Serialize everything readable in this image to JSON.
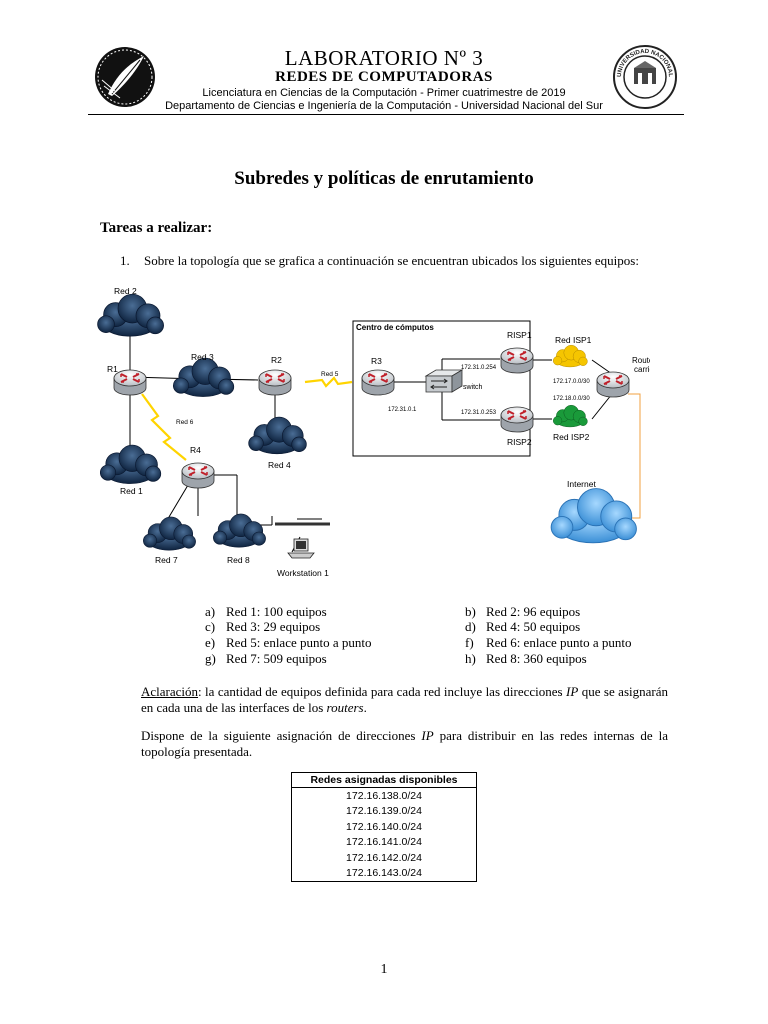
{
  "header": {
    "title": "LABORATORIO Nº 3",
    "subtitle": "REDES DE COMPUTADORAS",
    "line1": "Licenciatura en Ciencias de la Computación - Primer cuatrimestre de 2019",
    "line2": "Departamento de Ciencias e Ingeniería de la Computación - Universidad Nacional del Sur",
    "seal_text": "UNIVERSIDAD NACIONAL DEL SUR"
  },
  "doc_title": "Subredes y políticas de enrutamiento",
  "section_heading": "Tareas a realizar:",
  "item1": {
    "number": "1.",
    "text": "Sobre la topología que se grafica a continuación se encuentran ubicados los siguientes equipos:"
  },
  "diagram": {
    "labels": {
      "red2": "Red 2",
      "red3": "Red 3",
      "red1": "Red 1",
      "red4": "Red 4",
      "red5": "Red 5",
      "red6": "Red 6",
      "red7": "Red 7",
      "red8": "Red 8",
      "r1": "R1",
      "r2": "R2",
      "r3": "R3",
      "r4": "R4",
      "centro": "Centro de cómputos",
      "risp1": "RISP1",
      "risp2": "RISP2",
      "switch": "switch",
      "ip_r3": "172.31.0.1",
      "ip_risp1": "172.31.0.254",
      "ip_risp2": "172.31.0.253",
      "red_isp1": "Red ISP1",
      "red_isp2": "Red ISP2",
      "ip_isp1": "172.17.0.0/30",
      "ip_isp2": "172.18.0.0/30",
      "router": "Router",
      "carrier": "carrier",
      "internet": "Internet",
      "workstation": "Workstation 1"
    },
    "colors": {
      "cloud": "#1f3f66",
      "link_zigzag": "#ffd400",
      "isp1": "#f5c500",
      "isp2": "#1a9a3a",
      "internet": "#5aa6e0",
      "orange_link": "#f0a040"
    }
  },
  "equipment": [
    {
      "letter": "a)",
      "text": "Red 1: 100 equipos"
    },
    {
      "letter": "b)",
      "text": "Red 2: 96 equipos"
    },
    {
      "letter": "c)",
      "text": "Red 3: 29 equipos"
    },
    {
      "letter": "d)",
      "text": "Red 4: 50 equipos"
    },
    {
      "letter": "e)",
      "text": "Red 5: enlace punto a punto"
    },
    {
      "letter": "f)",
      "text": "Red 6: enlace punto a punto"
    },
    {
      "letter": "g)",
      "text": "Red 7: 509 equipos"
    },
    {
      "letter": "h)",
      "text": "Red 8: 360 equipos"
    }
  ],
  "clarification": {
    "label": "Aclaración",
    "text_a": ": la cantidad de equipos definida para cada red incluye las direcciones ",
    "ip": "IP",
    "text_b": " que se asignarán en cada una de las interfaces de los ",
    "routers": "routers",
    "text_c": "."
  },
  "dispone": {
    "text_a": "Dispone de la siguiente asignación de direcciones ",
    "ip": "IP",
    "text_b": " para distribuir en las redes internas de la topología presentada."
  },
  "table": {
    "header": "Redes asignadas disponibles",
    "rows": [
      "172.16.138.0/24",
      "172.16.139.0/24",
      "172.16.140.0/24",
      "172.16.141.0/24",
      "172.16.142.0/24",
      "172.16.143.0/24"
    ]
  },
  "page_number": "1"
}
